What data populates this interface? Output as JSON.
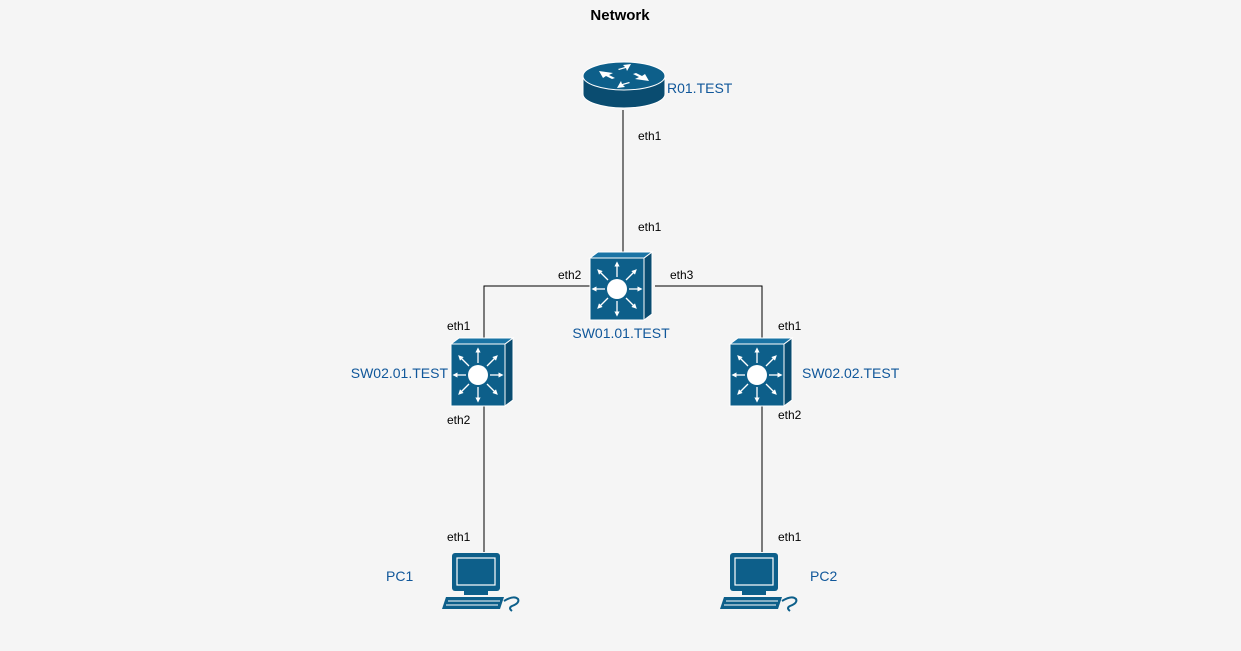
{
  "title": "Network",
  "colors": {
    "device_fill": "#0d5f8a",
    "device_dark": "#0a4c70",
    "label_text": "#10579a",
    "background": "#f5f5f5"
  },
  "nodes": {
    "router": {
      "label": "R01.TEST",
      "icon": "router-icon"
    },
    "core_switch": {
      "label": "SW01.01.TEST",
      "icon": "layer3-switch-icon"
    },
    "switch_left": {
      "label": "SW02.01.TEST",
      "icon": "layer3-switch-icon"
    },
    "switch_right": {
      "label": "SW02.02.TEST",
      "icon": "layer3-switch-icon"
    },
    "pc_left": {
      "label": "PC1",
      "icon": "workstation-icon"
    },
    "pc_right": {
      "label": "PC2",
      "icon": "workstation-icon"
    }
  },
  "links": {
    "router_core": {
      "a_port": "eth1",
      "b_port": "eth1"
    },
    "core_left": {
      "a_port": "eth2",
      "b_port": "eth1"
    },
    "core_right": {
      "a_port": "eth3",
      "b_port": "eth1"
    },
    "left_pc": {
      "a_port": "eth2",
      "b_port": "eth1"
    },
    "right_pc": {
      "a_port": "eth2",
      "b_port": "eth1"
    }
  }
}
